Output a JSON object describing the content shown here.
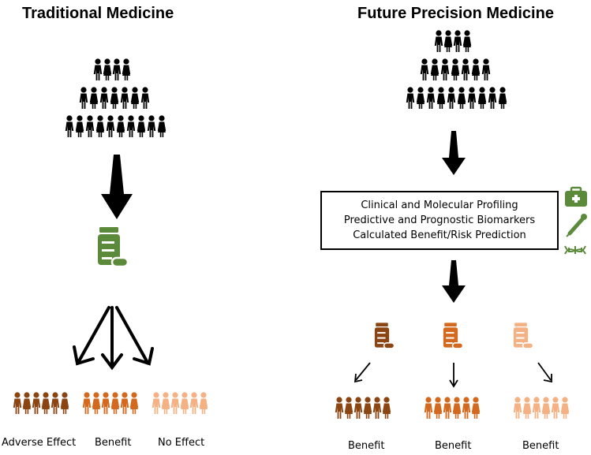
{
  "left": {
    "title": "Traditional Medicine",
    "outcomes": [
      "Adverse Effect",
      "Benefit",
      "No Effect"
    ]
  },
  "right": {
    "title": "Future Precision Medicine",
    "profiling": [
      "Clinical and Molecular Profiling",
      "Predictive and Prognostic Biomarkers",
      "Calculated Benefit/Risk Prediction"
    ],
    "outcomes": [
      "Benefit",
      "Benefit",
      "Benefit"
    ]
  },
  "colors": {
    "population": "#000000",
    "drug_generic": "#5b8a3a",
    "dark_brown": "#8b4513",
    "mid_orange": "#d2691e",
    "light_peach": "#f4b183"
  },
  "icons": [
    "medical-kit-icon",
    "dropper-icon",
    "dna-icon"
  ]
}
